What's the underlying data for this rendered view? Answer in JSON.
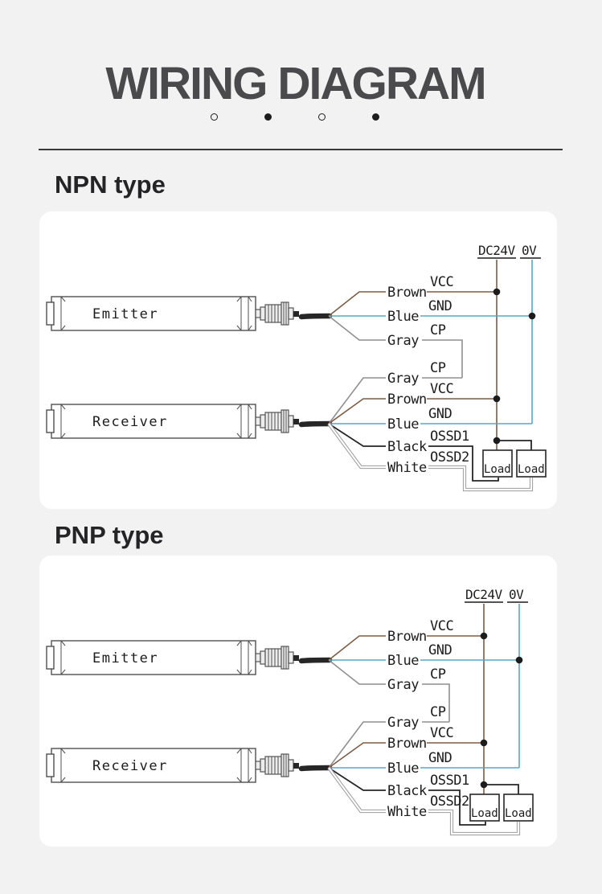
{
  "page": {
    "title": "WIRING DIAGRAM"
  },
  "pager": {
    "dots": [
      "hollow",
      "filled",
      "hollow",
      "filled"
    ]
  },
  "sections": {
    "npn": {
      "heading": "NPN type"
    },
    "pnp": {
      "heading": "PNP type"
    }
  },
  "diagram": {
    "power": {
      "positive_label": "DC24V",
      "negative_label": "0V"
    },
    "emitter": {
      "label": "Emitter",
      "wires": [
        {
          "color": "Brown",
          "terminal": "VCC"
        },
        {
          "color": "Blue",
          "terminal": "GND"
        },
        {
          "color": "Gray",
          "terminal": "CP"
        }
      ]
    },
    "receiver": {
      "label": "Receiver",
      "wires": [
        {
          "color": "Gray",
          "terminal": "CP"
        },
        {
          "color": "Brown",
          "terminal": "VCC"
        },
        {
          "color": "Blue",
          "terminal": "GND"
        },
        {
          "color": "Black",
          "terminal": "OSSD1"
        },
        {
          "color": "White",
          "terminal": "OSSD2"
        }
      ]
    },
    "load_label": "Load"
  },
  "colors": {
    "bg": "#f2f2f3",
    "card": "#ffffff",
    "title": "#4a4a4d",
    "heading": "#242426",
    "ink": "#1c1c1c",
    "device-stroke": "#4f4f52",
    "wire-brown": "#7d5c45",
    "wire-blue": "#55a8c5",
    "wire-gray": "#8f8f8f",
    "wire-black": "#262626",
    "wire-white-edge": "#9b9b9b"
  }
}
